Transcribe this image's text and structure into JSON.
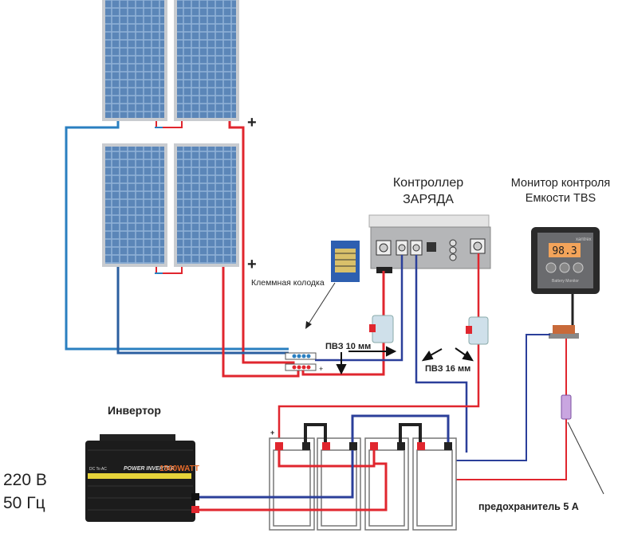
{
  "labels": {
    "terminal_block": "Клеммная колодка",
    "controller_line1": "Контроллер",
    "controller_line2": "ЗАРЯДА",
    "monitor_line1": "Монитор контроля",
    "monitor_line2": "Емкости TBS",
    "wire_10": "ПВЗ 10 мм",
    "wire_16": "ПВЗ 16 мм",
    "inverter": "Инвертор",
    "voltage": "220 В",
    "frequency": "50 Гц",
    "fuse": "предохранитель 5 А",
    "plus": "+"
  },
  "inverter_device": {
    "brand_text": "POWER INVERTER",
    "rating": "1500WATT",
    "dc_ac": "DC To AC"
  },
  "monitor_device": {
    "brand": "xantrex",
    "display": "98.3",
    "caption": "Battery Monitor"
  },
  "colors": {
    "positive": "#e0262e",
    "negative": "#2b3f9a",
    "panel_negative": "#2a7fc0",
    "jumper": "#222222",
    "panel_cell": "#5b86b8"
  }
}
